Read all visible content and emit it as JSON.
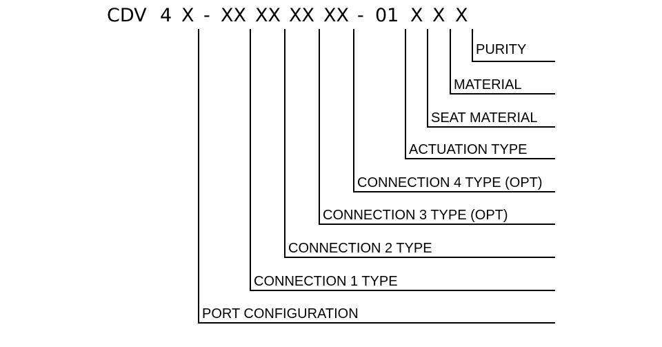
{
  "part_number": {
    "segments": [
      "CDV",
      "4",
      "X",
      "-",
      "XX",
      "XX",
      "XX",
      "XX",
      "-",
      "01",
      "X",
      "X",
      "X"
    ]
  },
  "fields": [
    {
      "key": "port-configuration",
      "label": "PORT CONFIGURATION"
    },
    {
      "key": "connection-1-type",
      "label": "CONNECTION 1 TYPE"
    },
    {
      "key": "connection-2-type",
      "label": "CONNECTION 2 TYPE"
    },
    {
      "key": "connection-3-type",
      "label": "CONNECTION 3 TYPE (OPT)"
    },
    {
      "key": "connection-4-type",
      "label": "CONNECTION 4 TYPE (OPT)"
    },
    {
      "key": "actuation-type",
      "label": "ACTUATION TYPE"
    },
    {
      "key": "seat-material",
      "label": "SEAT MATERIAL"
    },
    {
      "key": "material",
      "label": "MATERIAL"
    },
    {
      "key": "purity",
      "label": "PURITY"
    }
  ]
}
